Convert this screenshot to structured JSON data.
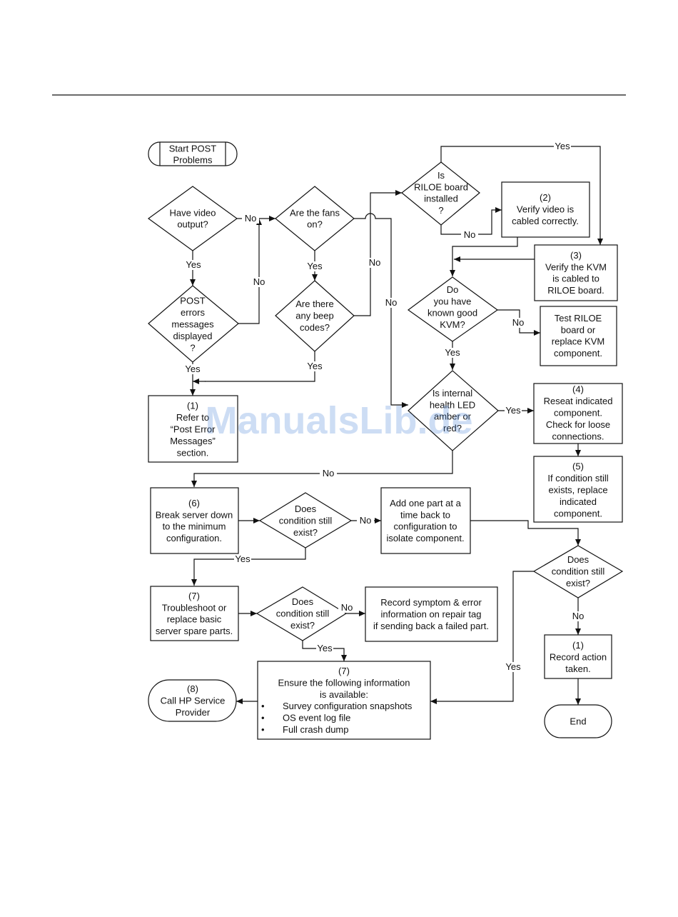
{
  "watermark": "ManualsLib.de",
  "nodes": {
    "start": [
      "Start POST",
      "Problems"
    ],
    "video": [
      "Have video",
      "output?"
    ],
    "post_errors": [
      "POST",
      "errors",
      "messages",
      "displayed",
      "?"
    ],
    "refer": [
      "(1)",
      "Refer to",
      "“Post Error",
      "Messages”",
      "section."
    ],
    "fans": [
      "Are the fans",
      "on?"
    ],
    "beep": [
      "Are there",
      "any beep",
      "codes?"
    ],
    "riloe": [
      "Is",
      "RILOE board",
      "installed",
      "?"
    ],
    "verify_video": [
      "(2)",
      "Verify video is",
      "cabled correctly."
    ],
    "verify_kvm": [
      "(3)",
      "Verify the KVM",
      "is cabled to",
      "RILOE board."
    ],
    "kvm_good": [
      "Do",
      "you have",
      "known good",
      "KVM?"
    ],
    "test_riloe": [
      "Test RILOE",
      "board or",
      "replace KVM",
      "component."
    ],
    "health_led": [
      "Is internal",
      "health LED",
      "amber or",
      "red?"
    ],
    "reseat": [
      "(4)",
      "Reseat indicated",
      "component.",
      "Check for loose",
      "connections."
    ],
    "replace": [
      "(5)",
      "If condition still",
      "exists, replace",
      "indicated",
      "component."
    ],
    "break_down": [
      "(6)",
      "Break server down",
      "to the minimum",
      "configuration."
    ],
    "cond1": [
      "Does",
      "condition still",
      "exist?"
    ],
    "add_part": [
      "Add one part at a",
      "time back to",
      "configuration to",
      "isolate component."
    ],
    "cond_right": [
      "Does",
      "condition still",
      "exist?"
    ],
    "troubleshoot": [
      "(7)",
      "Troubleshoot or",
      "replace basic",
      "server spare parts."
    ],
    "cond2": [
      "Does",
      "condition still",
      "exist?"
    ],
    "record_symptom": [
      "Record symptom & error",
      "information on repair tag",
      "if sending back a failed part."
    ],
    "record_action": [
      "(1)",
      "Record action",
      "taken."
    ],
    "ensure_head": [
      "(7)",
      "Ensure the following information",
      "is available:"
    ],
    "ensure_items": [
      "Survey configuration snapshots",
      "OS event log file",
      "Full crash dump"
    ],
    "call_hp": [
      "(8)",
      "Call HP Service",
      "Provider"
    ],
    "end": [
      "End"
    ]
  },
  "edge_labels": {
    "video_yes": "Yes",
    "video_no": "No",
    "post_no": "No",
    "post_yes": "Yes",
    "fans_yes": "Yes",
    "fans_no": "No",
    "beep_no": "No",
    "beep_yes": "Yes",
    "riloe_yes": "Yes",
    "riloe_no": "No",
    "kvm_no": "No",
    "kvm_yes": "Yes",
    "led_yes": "Yes",
    "led_no": "No",
    "cond1_no": "No",
    "cond1_yes": "Yes",
    "cond2_no": "No",
    "cond2_yes": "Yes",
    "condr_no": "No",
    "condr_yes": "Yes"
  }
}
